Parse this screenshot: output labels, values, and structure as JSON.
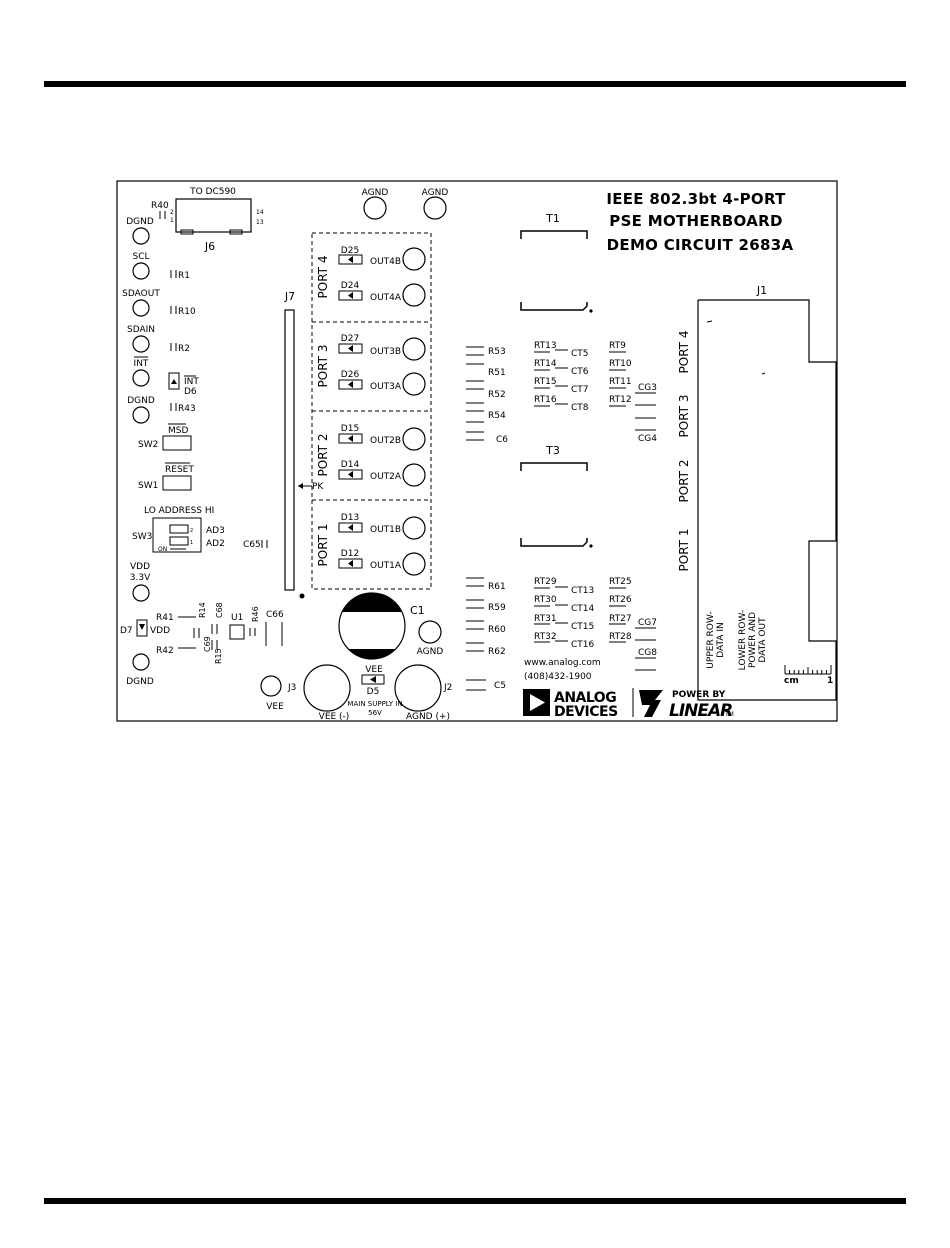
{
  "title": {
    "line1": "IEEE 802.3bt 4-PORT",
    "line2": "PSE MOTHERBOARD",
    "line3": "DEMO CIRCUIT 2683A"
  },
  "header_connector": {
    "label": "TO DC590",
    "ref": "J6",
    "pin_a": "2",
    "pin_b": "1",
    "pin_c": "14",
    "pin_d": "13"
  },
  "left_pads": [
    "DGND",
    "SCL",
    "SDAOUT",
    "SDAIN",
    "INT",
    "DGND"
  ],
  "resistors_left": [
    "R40",
    "R1",
    "R10",
    "R2",
    "R43"
  ],
  "diode_int": {
    "ref": "D6",
    "label": "INT"
  },
  "switches": [
    {
      "ref": "SW2",
      "label": "MSD"
    },
    {
      "ref": "SW1",
      "label": "RESET"
    }
  ],
  "address": {
    "lo_hi": "LO  ADDRESS  HI",
    "ref": "SW3",
    "ad3": "AD3",
    "ad2": "AD2",
    "on": "ON",
    "p2": "2",
    "p1": "1"
  },
  "c65": "C65",
  "vdd": {
    "label": "VDD",
    "voltage": "3.3V",
    "d7": "D7",
    "d7_label": "VDD",
    "dgnd": "DGND"
  },
  "reg": [
    "R41",
    "R14",
    "C68",
    "U1",
    "R46",
    "C66",
    "C69",
    "R15",
    "R42"
  ],
  "agnd_top": [
    "AGND",
    "AGND"
  ],
  "j7": "J7",
  "pk": "PK",
  "ports": [
    {
      "name": "PORT 4",
      "d_top": "D25",
      "out_top": "OUT4B",
      "d_bot": "D24",
      "out_bot": "OUT4A"
    },
    {
      "name": "PORT 3",
      "d_top": "D27",
      "out_top": "OUT3B",
      "d_bot": "D26",
      "out_bot": "OUT3A"
    },
    {
      "name": "PORT 2",
      "d_top": "D15",
      "out_top": "OUT2B",
      "d_bot": "D14",
      "out_bot": "OUT2A"
    },
    {
      "name": "PORT 1",
      "d_top": "D13",
      "out_top": "OUT1B",
      "d_bot": "D12",
      "out_bot": "OUT1A"
    }
  ],
  "mid_resistors_top": [
    "R53",
    "R51",
    "R52",
    "R54",
    "C6"
  ],
  "mid_resistors_bot": [
    "R61",
    "R59",
    "R60",
    "R62",
    "C5"
  ],
  "t1": "T1",
  "t3": "T3",
  "rt_top": [
    [
      "RT13",
      "CT5"
    ],
    [
      "RT14",
      "CT6"
    ],
    [
      "RT15",
      "CT7"
    ],
    [
      "RT16",
      "CT8"
    ]
  ],
  "rt_top_right": [
    "RT9",
    "RT10",
    "RT11",
    "RT12",
    "CG3",
    "CG4"
  ],
  "rt_bot": [
    [
      "RT29",
      "CT13"
    ],
    [
      "RT30",
      "CT14"
    ],
    [
      "RT31",
      "CT15"
    ],
    [
      "RT32",
      "CT16"
    ]
  ],
  "rt_bot_right": [
    "RT25",
    "RT26",
    "RT27",
    "RT28",
    "CG7",
    "CG8"
  ],
  "j1": {
    "ref": "J1",
    "ports": [
      "PORT 4",
      "PORT 3",
      "PORT 2",
      "PORT 1"
    ]
  },
  "legend": {
    "upper_row_1": "UPPER ROW-",
    "upper_row_2": "DATA IN",
    "lower_row_1": "LOWER ROW-",
    "lower_row_2": "POWER AND",
    "lower_row_3": "DATA OUT"
  },
  "scale": {
    "unit": "cm",
    "one": "1"
  },
  "supply": {
    "c1": "C1",
    "agnd": "AGND",
    "vee_pad": "VEE",
    "j3": "J3",
    "j2": "J2",
    "vee_d5": "VEE",
    "d5": "D5",
    "main_supply": "MAIN SUPPLY IN",
    "voltage": "56V",
    "vee_minus": "VEE (-)",
    "agnd_plus": "AGND (+)"
  },
  "contact": {
    "web": "www.analog.com",
    "phone": "(408)432-1900"
  },
  "logos": {
    "analog_1": "ANALOG",
    "analog_2": "DEVICES",
    "power_by": "POWER BY",
    "linear": "LINEAR",
    "tm": "TM"
  }
}
